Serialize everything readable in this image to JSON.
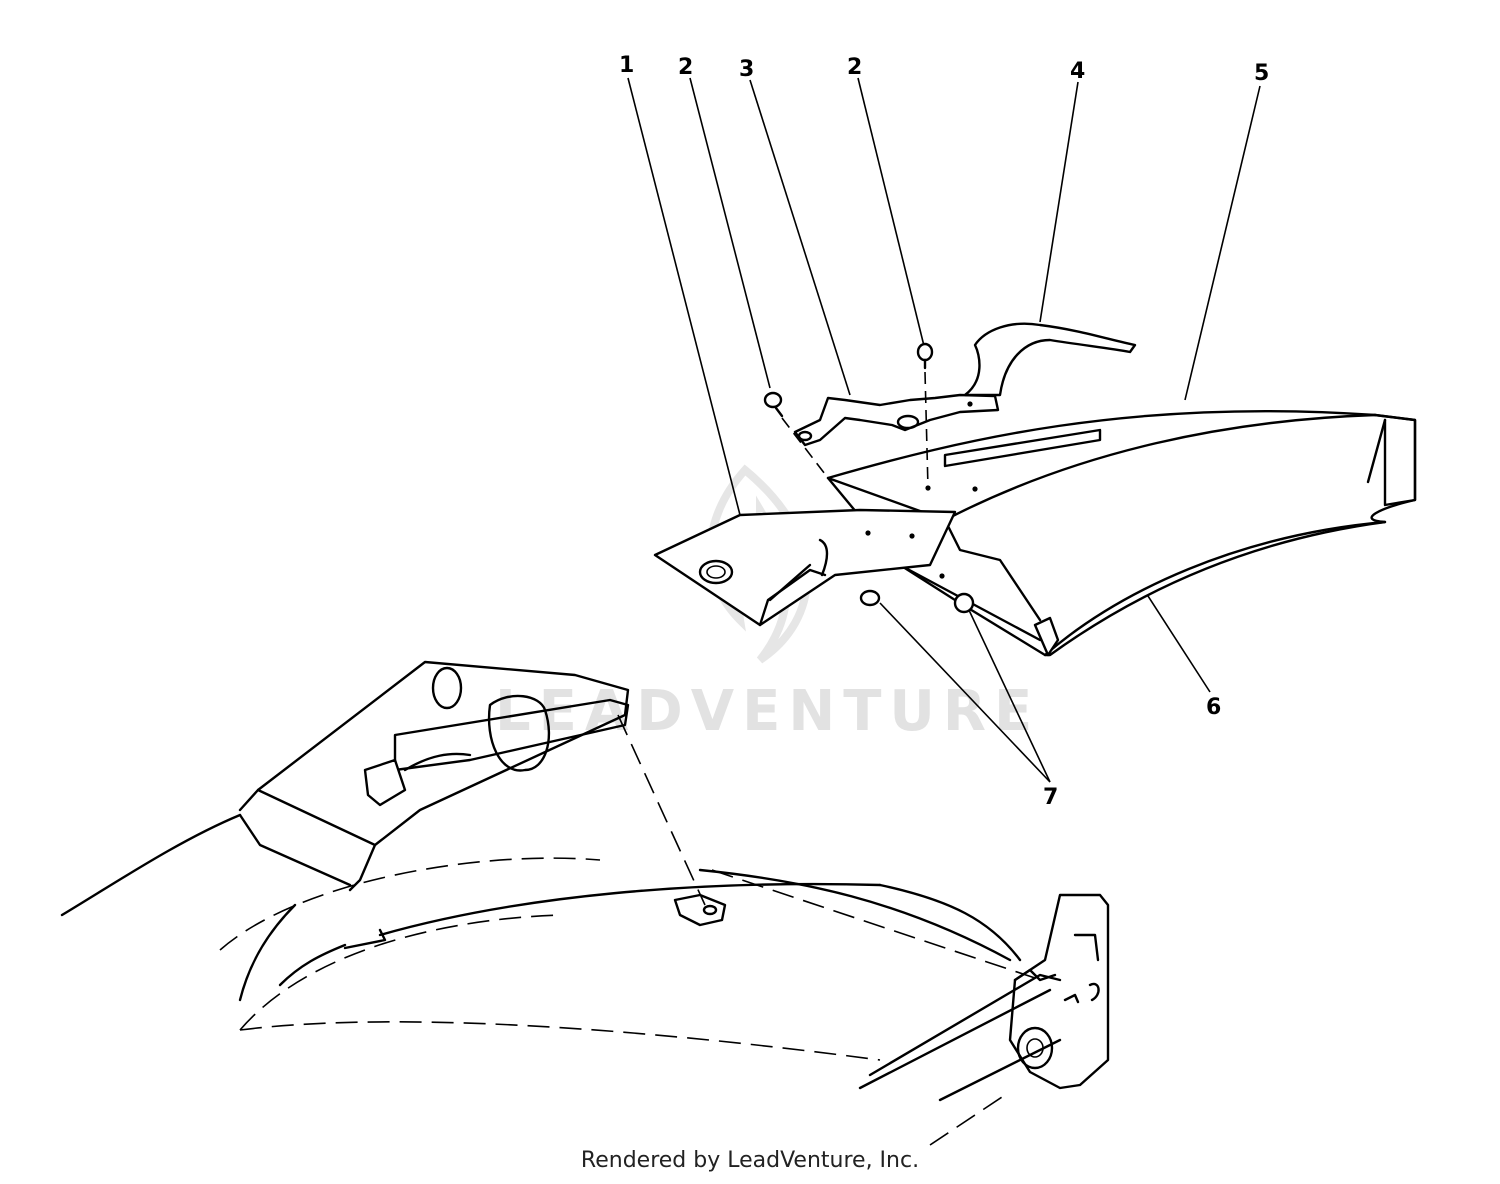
{
  "callouts": [
    {
      "id": "1",
      "label": "1"
    },
    {
      "id": "2a",
      "label": "2"
    },
    {
      "id": "3",
      "label": "3"
    },
    {
      "id": "2b",
      "label": "2"
    },
    {
      "id": "4",
      "label": "4"
    },
    {
      "id": "5",
      "label": "5"
    },
    {
      "id": "6",
      "label": "6"
    },
    {
      "id": "7",
      "label": "7"
    }
  ],
  "watermark": "LEADVENTURE",
  "credit": "Rendered by LeadVenture, Inc."
}
